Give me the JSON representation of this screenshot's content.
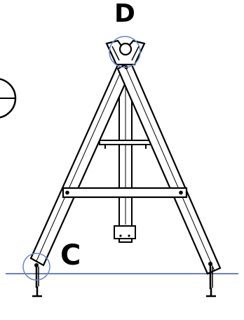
{
  "callouts": [
    {
      "id": "D",
      "label": "D"
    },
    {
      "id": "C",
      "label": "C"
    }
  ],
  "colors": {
    "line": "#000000",
    "ground": "#3a56a8",
    "highlight_circle": "#6a86c6",
    "fill": "#ffffff"
  },
  "icons": {
    "partial_circle_left": "crosshair-circle-fragment-icon"
  }
}
